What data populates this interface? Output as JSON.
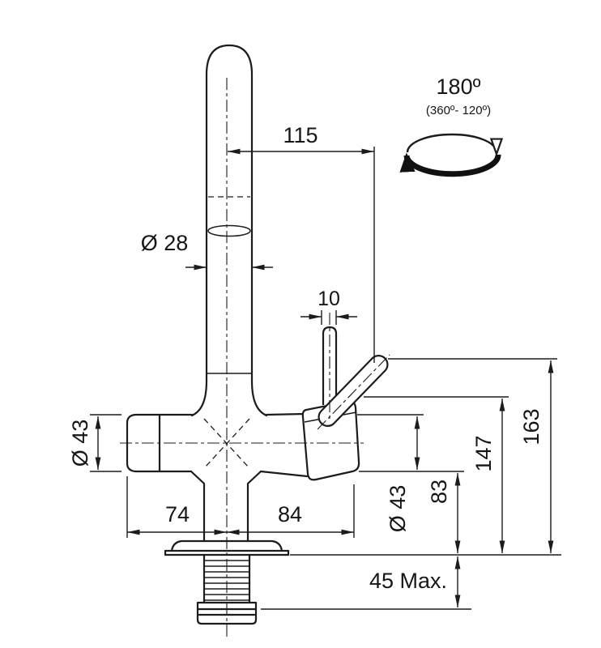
{
  "drawing": {
    "type": "faucet-dimension-drawing",
    "labels": {
      "spout_reach": "115",
      "rotation_angle": "180º",
      "rotation_detail": "(360º- 120º)",
      "spout_diameter": "Ø 28",
      "lever_width": "10",
      "body_diameter": "Ø 43",
      "valve_diameter": "Ø 43",
      "outlet_height": "83",
      "body_height": "147",
      "total_height": "163",
      "base_offset_left": "74",
      "base_offset_right": "84",
      "max_counter_thickness": "45 Max."
    },
    "colors": {
      "line": "#1c1c1c",
      "background": "#ffffff"
    }
  }
}
